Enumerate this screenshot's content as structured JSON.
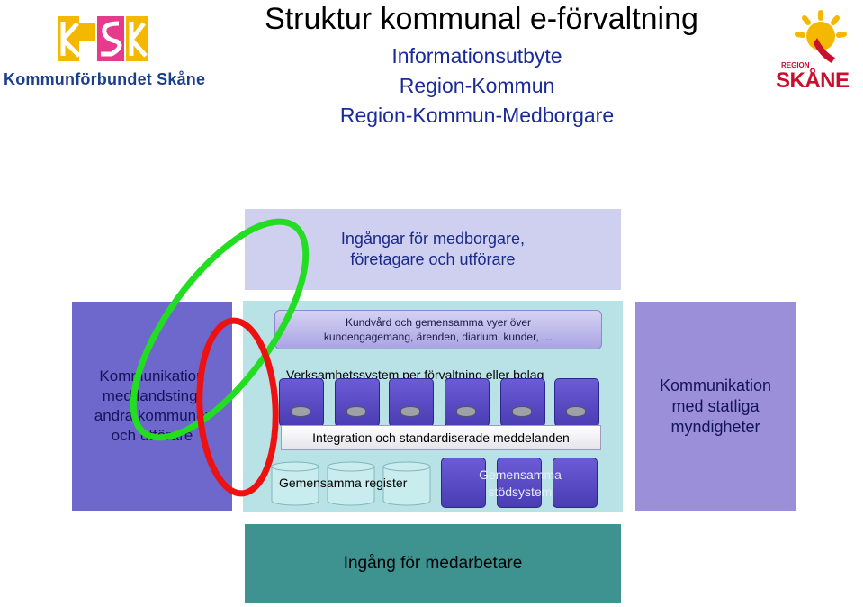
{
  "header": {
    "title": "Struktur kommunal e-förvaltning",
    "subtitle_lines": [
      "Informationsutbyte",
      "Region-Kommun",
      "Region-Kommun-Medborgare"
    ]
  },
  "logos": {
    "left": {
      "text": "Kommunförbundet Skåne",
      "letters": "KSK"
    },
    "right": {
      "small_word": "REGION",
      "word": "SKÅNE"
    }
  },
  "boxes": {
    "top": {
      "lines": [
        "Ingångar för medborgare,",
        "företagare och utförare"
      ]
    },
    "left": {
      "lines": [
        "Kommunikation",
        "med landsting,",
        "andra kommuner",
        "och utförare"
      ]
    },
    "right": {
      "lines": [
        "Kommunikation",
        "med statliga",
        "myndigheter"
      ]
    },
    "bottom": {
      "label": "Ingång för medarbetare"
    },
    "middle": {
      "kundvard_lines": [
        "Kundvård och gemensamma vyer över",
        "kundengagemang, ärenden, diarium, kunder, …"
      ],
      "verksamhet_label": "Verksamhetssystem per förvaltning eller bolag",
      "integration_label": "Integration och standardiserade meddelanden",
      "gemensamma_register": "Gemensamma register",
      "gemensamma_stodsystem_lines": [
        "Gemensamma",
        "stödsystem"
      ]
    }
  },
  "colors": {
    "top_box": "#cfd0ef",
    "left_box": "#6e68cc",
    "right_box": "#9c8fd9",
    "middle_box": "#b9e2e6",
    "bottom_box": "#3e9290",
    "cylinder": "#5a4ccc",
    "green_ellipse": "#22dd22",
    "red_ellipse": "#ee1111"
  }
}
